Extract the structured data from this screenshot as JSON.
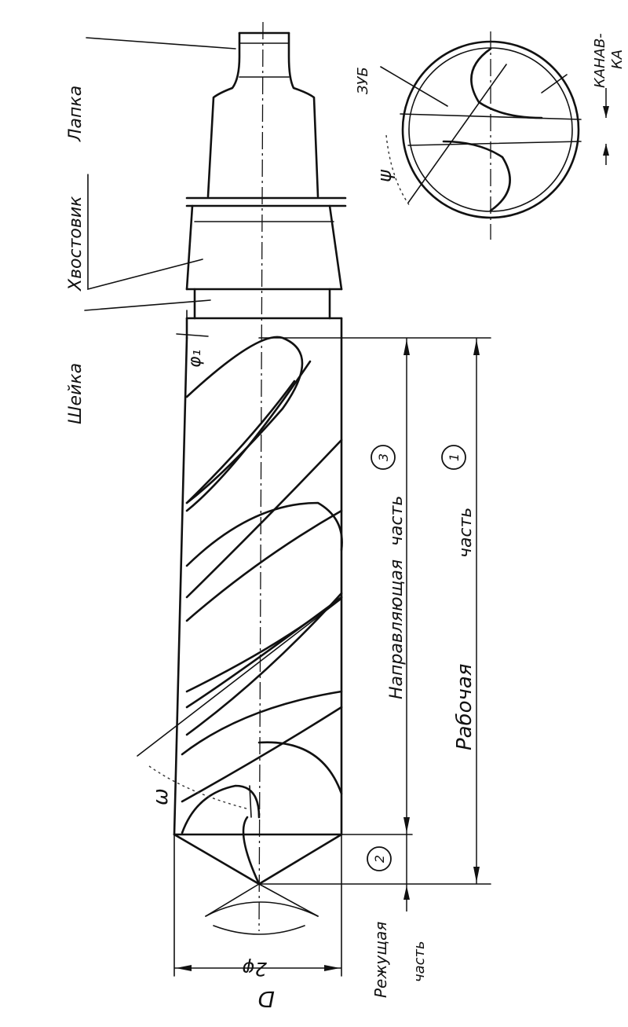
{
  "labels": {
    "lapka": "Лапка",
    "khvostovik": "Хвостовик",
    "sheika": "Шейка",
    "napravlyayushchaya": "Направляющая",
    "chast_guide": "часть",
    "rabochaya": "Рабочая",
    "chast_work": "часть",
    "rezhushchaya": "Режущая",
    "chast_cut": "часть",
    "zub": "ЗУБ",
    "kanav": "КАНАВ-",
    "ka": "КА"
  },
  "symbols": {
    "phi1": "φ₁",
    "omega": "ω",
    "two_phi": "2φ",
    "D": "D",
    "psi": "ψ"
  },
  "markers": {
    "one": "1",
    "two": "2",
    "three": "3"
  }
}
